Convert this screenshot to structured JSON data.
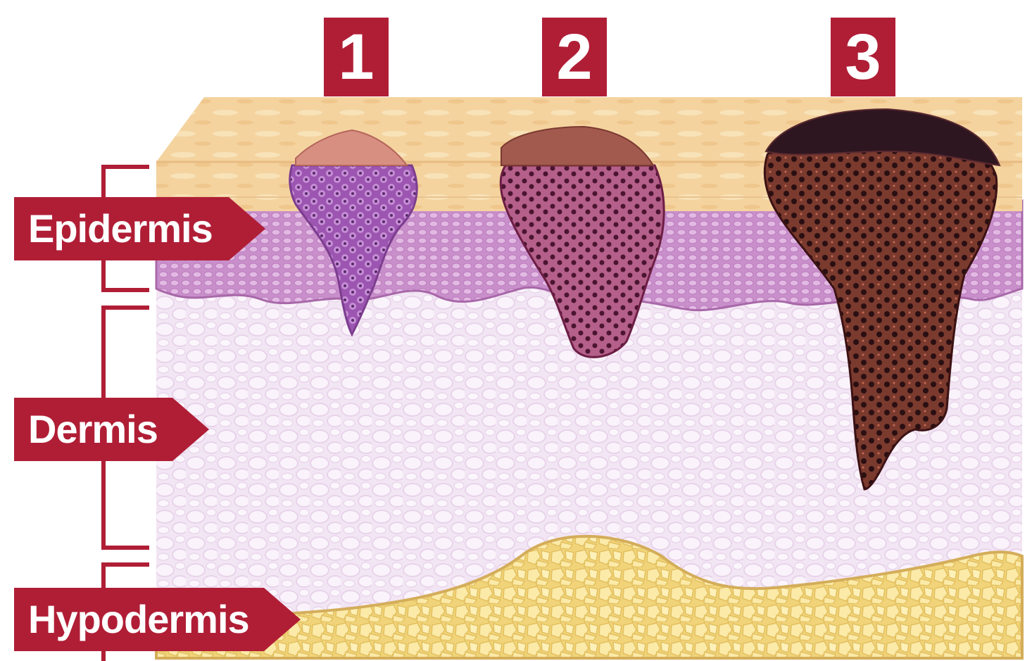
{
  "stages": [
    {
      "label": "1"
    },
    {
      "label": "2"
    },
    {
      "label": "3"
    }
  ],
  "layers": [
    {
      "label": "Epidermis"
    },
    {
      "label": "Dermis"
    },
    {
      "label": "Hypodermis"
    }
  ],
  "colors": {
    "badge": "#b01e36",
    "stratum_corneum": "#f6d9a8",
    "epidermis": "#d9a6d8",
    "dermis": "#f5ecf8",
    "hypodermis": "#f7e7a2",
    "tumor_stage_1": "#8a3f9a",
    "tumor_stage_2": "#8b2a5a",
    "tumor_stage_3": "#4a1e22"
  }
}
